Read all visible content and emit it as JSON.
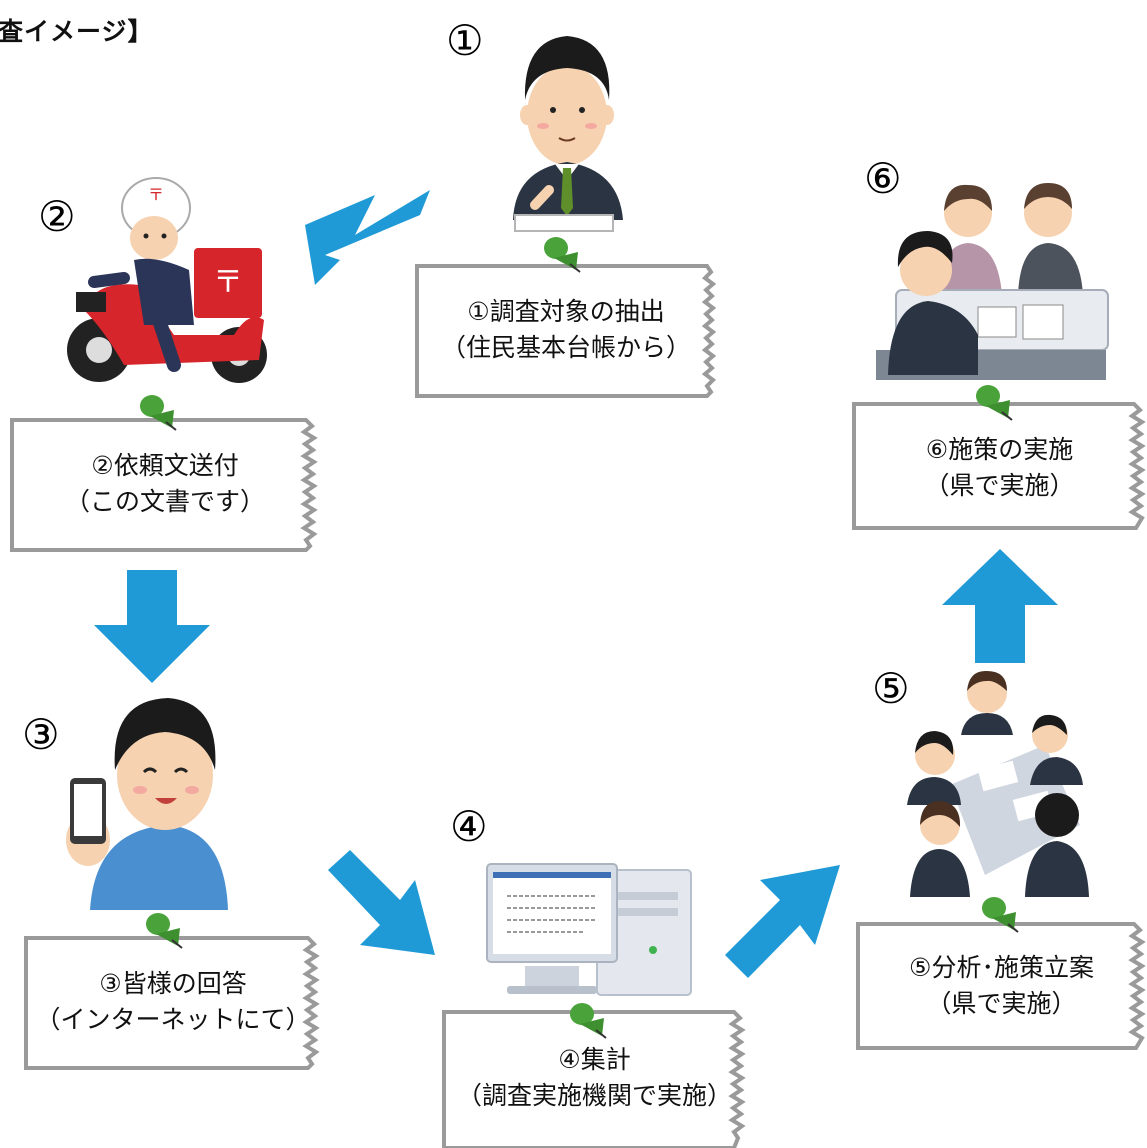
{
  "title": "査イメージ】",
  "steps": [
    {
      "num": "①",
      "line1": "①調査対象の抽出",
      "line2": "（住民基本台帳から）"
    },
    {
      "num": "②",
      "line1": "②依頼文送付",
      "line2": "（この文書です）"
    },
    {
      "num": "③",
      "line1": "③皆様の回答",
      "line2": "（インターネットにて）"
    },
    {
      "num": "④",
      "line1": "④集計",
      "line2": "（調査実施機関で実施）"
    },
    {
      "num": "⑤",
      "line1": "⑤分析･施策立案",
      "line2": "（県で実施）"
    },
    {
      "num": "⑥",
      "line1": "⑥施策の実施",
      "line2": "（県で実施）"
    }
  ],
  "colors": {
    "arrow": "#1f9ad6",
    "pin": "#4aa33a",
    "border": "#9a9a9a"
  }
}
